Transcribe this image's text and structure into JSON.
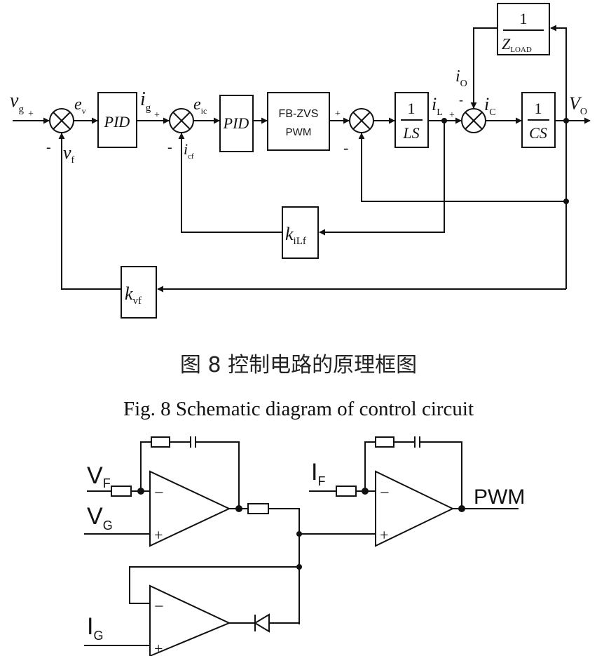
{
  "caption": {
    "cn": "图 8   控制电路的原理框图",
    "en": "Fig. 8   Schematic diagram of control circuit"
  },
  "blocks": {
    "pid1": "PID",
    "pid2": "PID",
    "pwm_line1": "FB-ZVS",
    "pwm_line2": "PWM",
    "ls_num": "1",
    "ls_den": "LS",
    "cs_num": "1",
    "cs_den": "CS",
    "z_num": "1",
    "z_den_base": "Z",
    "z_den_sub": "LOAD",
    "k_ilf_base": "k",
    "k_ilf_sub": "iLf",
    "k_vf_base": "k",
    "k_vf_sub": "vf"
  },
  "signals": {
    "vg": {
      "base": "v",
      "sub": "g"
    },
    "ev": {
      "base": "e",
      "sub": "v"
    },
    "ig": {
      "base": "i",
      "sub": "g"
    },
    "eic": {
      "base": "e",
      "sub": "ic"
    },
    "il": {
      "base": "i",
      "sub": "L"
    },
    "io": {
      "base": "i",
      "sub": "O"
    },
    "ic": {
      "base": "i",
      "sub": "C"
    },
    "vo": {
      "base": "V",
      "sub": "O"
    },
    "vf": {
      "base": "v",
      "sub": "f"
    },
    "icf": {
      "base": "i",
      "sub": "cf"
    }
  },
  "signs": {
    "plus": "+",
    "minus": "-"
  },
  "circuit": {
    "vf": {
      "base": "V",
      "sub": "F"
    },
    "vg": {
      "base": "V",
      "sub": "G"
    },
    "if": {
      "base": "I",
      "sub": "F"
    },
    "ig": {
      "base": "I",
      "sub": "G"
    },
    "pwm": "PWM",
    "minus": "−",
    "plus": "+"
  }
}
